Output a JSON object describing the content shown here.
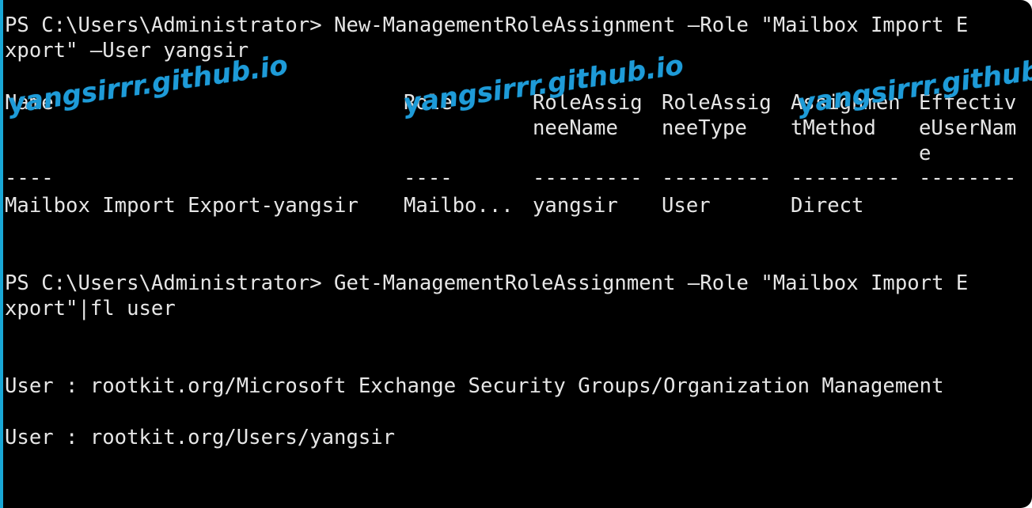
{
  "terminal": {
    "cmd1_line1": "PS C:\\Users\\Administrator> New-ManagementRoleAssignment –Role \"Mailbox Import E",
    "cmd1_line2": "xport\" –User yangsir",
    "table": {
      "headers": {
        "name": "Name",
        "role": "Role",
        "assignee_name_1": "RoleAssig",
        "assignee_name_2": "neeName",
        "assignee_type_1": "RoleAssig",
        "assignee_type_2": "neeType",
        "method_1": "Assignmen",
        "method_2": "tMethod",
        "effective_1": "Effectiv",
        "effective_2": "eUserNam",
        "effective_3": "e"
      },
      "separators": {
        "name": "----",
        "role": "----",
        "assignee_name": "---------",
        "assignee_type": "---------",
        "method": "---------",
        "effective": "--------"
      },
      "rows": [
        {
          "name": "Mailbox Import Export-yangsir",
          "role": "Mailbo...",
          "assignee_name": "yangsir",
          "assignee_type": "User",
          "method": "Direct",
          "effective": ""
        }
      ]
    },
    "cmd2_line1": "PS C:\\Users\\Administrator> Get-ManagementRoleAssignment –Role \"Mailbox Import E",
    "cmd2_line2": "xport\"|fl user",
    "user_line1": "User : rootkit.org/Microsoft Exchange Security Groups/Organization Management",
    "user_line2": "User : rootkit.org/Users/yangsir"
  },
  "watermarks": [
    "yangsirrr.github.io",
    "yangsirrr.github.io",
    "yangsirrr.github.io"
  ],
  "colors": {
    "terminal_bg": "#000000",
    "terminal_text": "#e6e6e6",
    "watermark": "#1e9bd8",
    "accent": "#19a7d6"
  }
}
